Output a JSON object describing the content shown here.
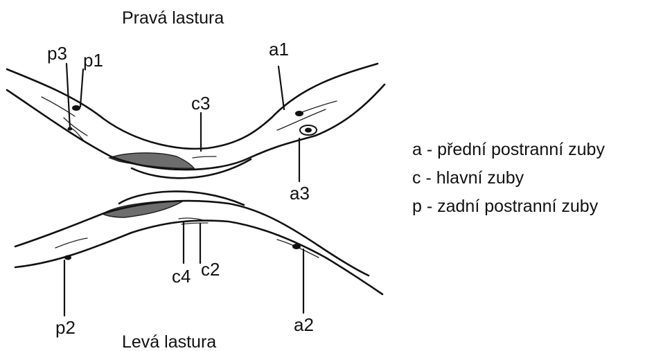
{
  "titles": {
    "top": "Pravá lastura",
    "bottom": "Levá lastura"
  },
  "labels": {
    "p3": "p3",
    "p1": "p1",
    "a1": "a1",
    "c3": "c3",
    "a3": "a3",
    "c4": "c4",
    "c2": "c2",
    "p2": "p2",
    "a2": "a2"
  },
  "legend": [
    "a - přední postranní zuby",
    "c - hlavní zuby",
    "p - zadní postranní zuby"
  ]
}
